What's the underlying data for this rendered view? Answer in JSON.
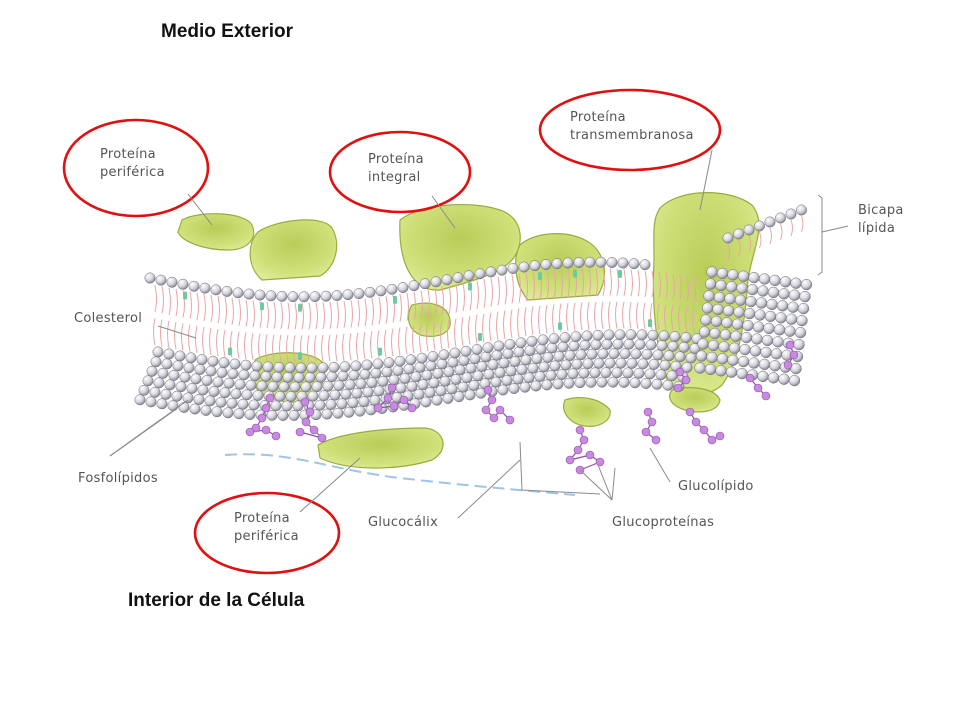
{
  "captions": {
    "top": "Medio Exterior",
    "bottom": "Interior de la Célula"
  },
  "labels": {
    "peripheral_top": [
      "Proteína",
      "periférica"
    ],
    "integral": [
      "Proteína",
      "integral"
    ],
    "transmembrane": [
      "Proteína",
      "transmembranosa"
    ],
    "bilayer": [
      "Bicapa",
      "lípida"
    ],
    "cholesterol": "Colesterol",
    "phospholipids": "Fosfolípidos",
    "peripheral_bottom": [
      "Proteína",
      "periférica"
    ],
    "glycocalyx": "Glucocálix",
    "glycolipid": "Glucolípido",
    "glycoproteins": "Glucoproteínas"
  },
  "colors": {
    "highlight_ring": "#e01010",
    "protein": "#c9dc6e",
    "protein_edge": "#9aab3e",
    "head": "#d9d9e0",
    "head_edge": "#6c6c78",
    "tail": "#e8a6a6",
    "cholesterol": "#6fc9a0",
    "sugar": "#c889e0",
    "sugar_edge": "#8c4fa8",
    "fluid_line": "#9ec4ea",
    "label_text": "#555555"
  }
}
